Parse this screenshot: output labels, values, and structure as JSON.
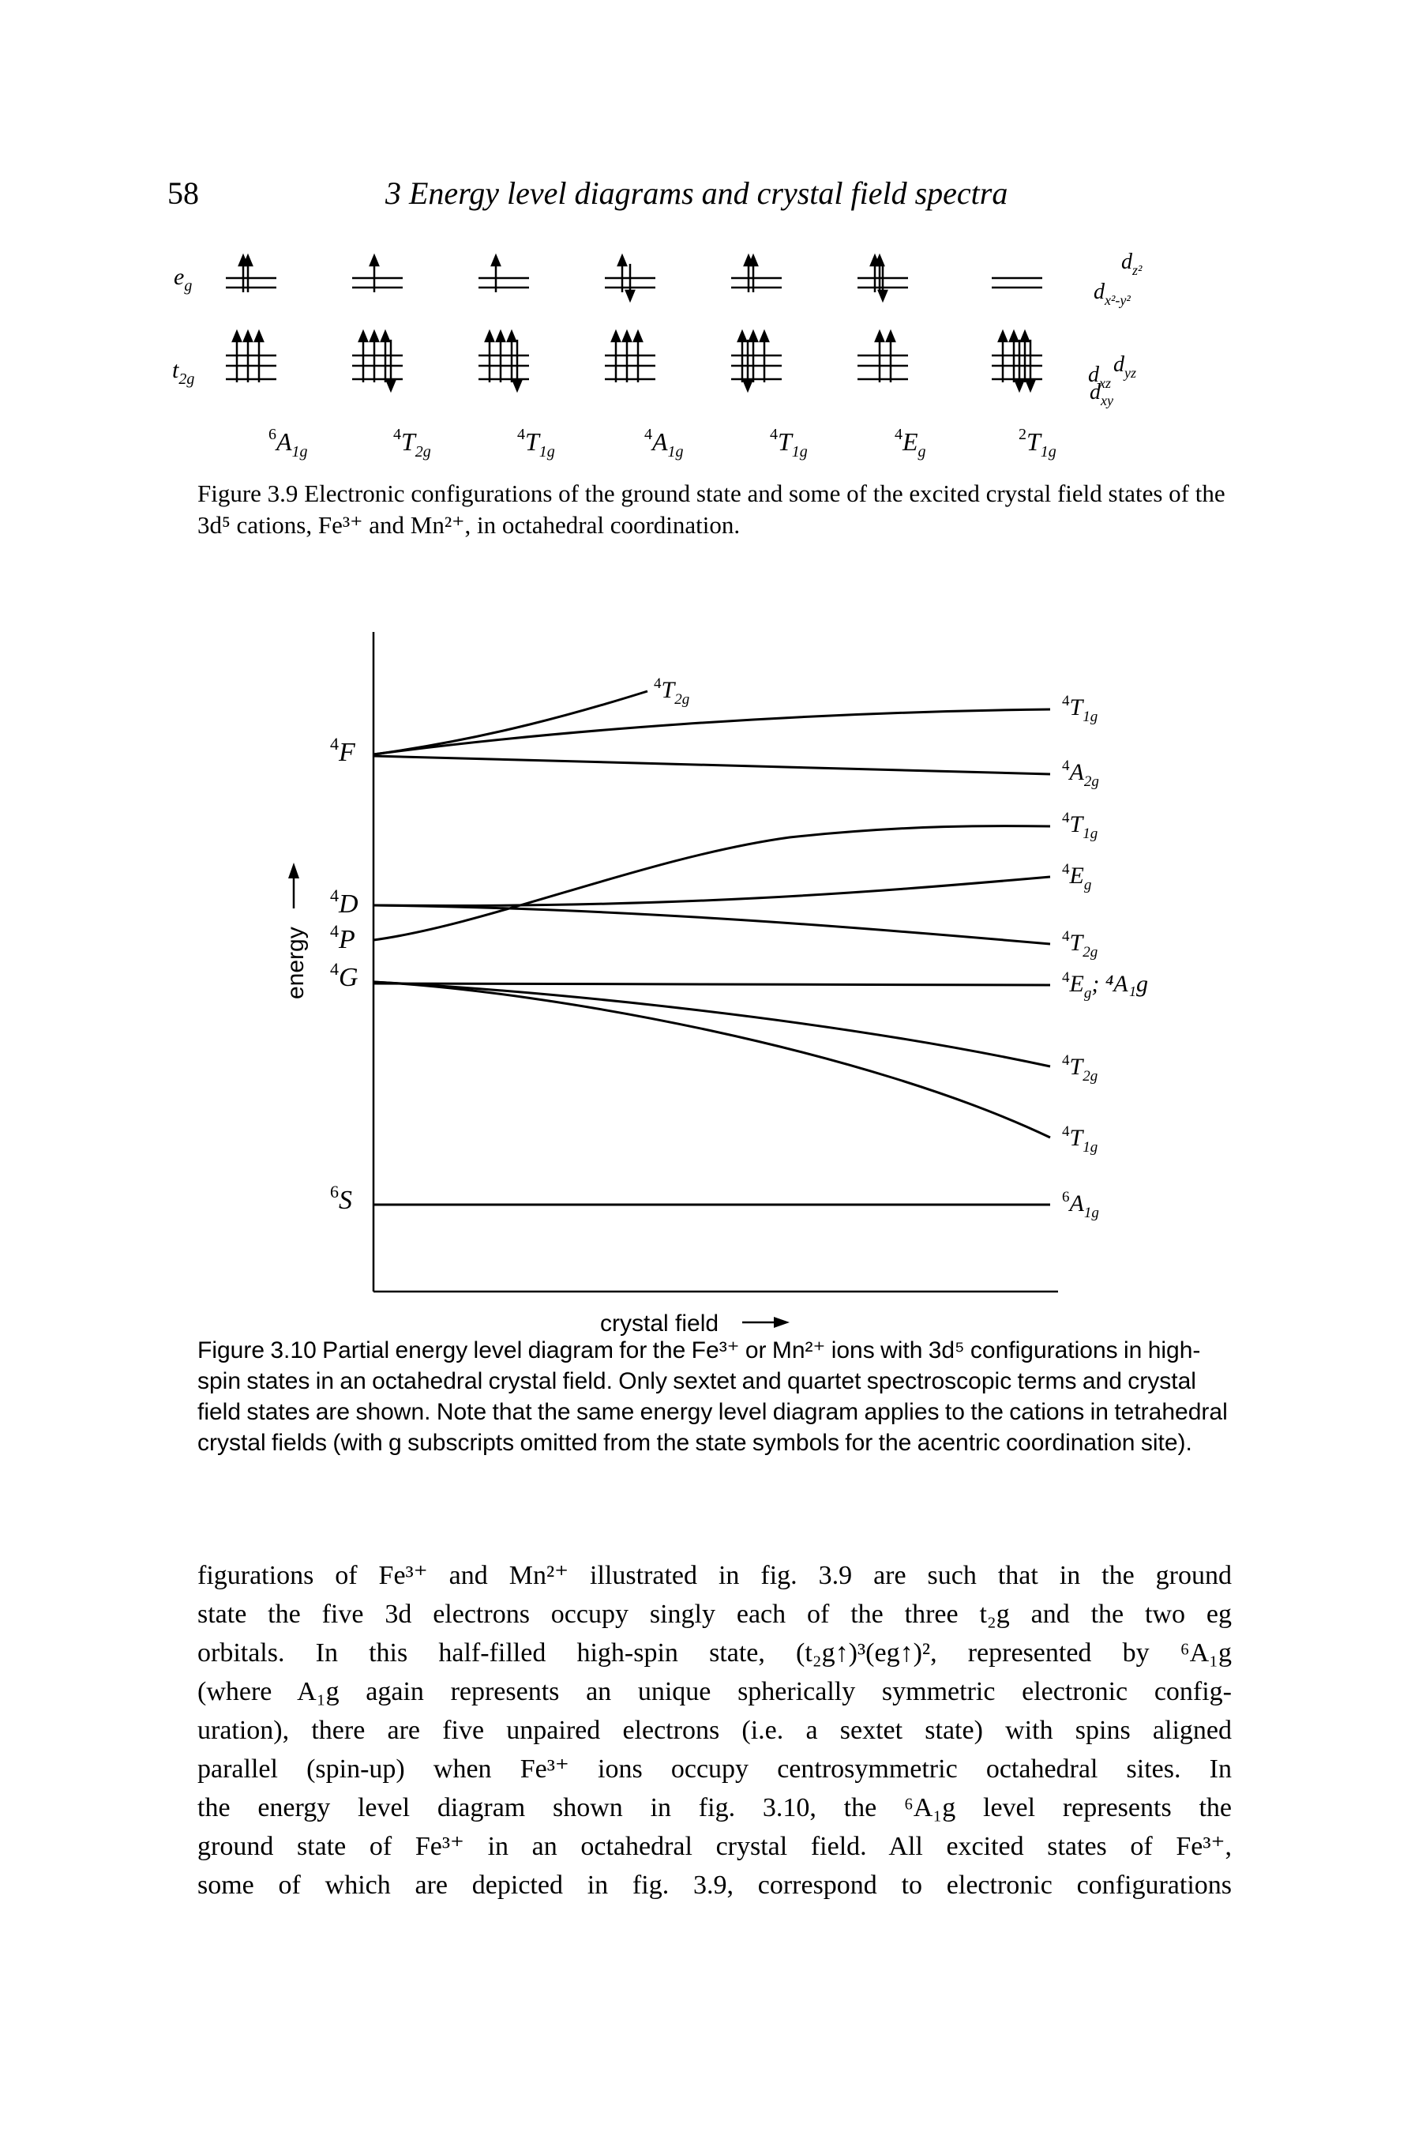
{
  "header": {
    "page_number": "58",
    "running_title": "3 Energy level diagrams and crystal field spectra"
  },
  "figure_3_9": {
    "row_labels": {
      "eg": "e",
      "eg_sub": "g",
      "t2g": "t",
      "t2g_sub": "2g"
    },
    "orbital_labels": {
      "dz2": "d",
      "dz2_sub": "z²",
      "dx2y2": "d",
      "dx2y2_sub": "x²-y²",
      "dyz": "d",
      "dyz_sub": "yz",
      "dxz": "d",
      "dxz_sub": "xz",
      "dxy": "d",
      "dxy_sub": "xy"
    },
    "states": [
      {
        "sup": "6",
        "sym": "A",
        "sub": "1g"
      },
      {
        "sup": "4",
        "sym": "T",
        "sub": "2g"
      },
      {
        "sup": "4",
        "sym": "T",
        "sub": "1g"
      },
      {
        "sup": "4",
        "sym": "A",
        "sub": "1g"
      },
      {
        "sup": "4",
        "sym": "T",
        "sub": "1g"
      },
      {
        "sup": "4",
        "sym": "E",
        "sub": "g"
      },
      {
        "sup": "2",
        "sym": "T",
        "sub": "1g"
      }
    ],
    "caption_label": "Figure 3.9",
    "caption_text": "Electronic configurations of the ground state and some of the excited crystal field states of the 3d⁵ cations, Fe³⁺ and Mn²⁺, in octahedral coordination."
  },
  "figure_3_10": {
    "free_ion_terms": [
      {
        "sup": "4",
        "sym": "F"
      },
      {
        "sup": "4",
        "sym": "D"
      },
      {
        "sup": "4",
        "sym": "P"
      },
      {
        "sup": "4",
        "sym": "G"
      },
      {
        "sup": "6",
        "sym": "S"
      }
    ],
    "state_labels": [
      {
        "sup": "4",
        "sym": "T",
        "sub": "2g"
      },
      {
        "sup": "4",
        "sym": "T",
        "sub": "1g"
      },
      {
        "sup": "4",
        "sym": "A",
        "sub": "2g"
      },
      {
        "sup": "4",
        "sym": "T",
        "sub": "1g"
      },
      {
        "sup": "4",
        "sym": "E",
        "sub": "g"
      },
      {
        "sup": "4",
        "sym": "T",
        "sub": "2g"
      },
      {
        "sup": "4",
        "sym": "E",
        "sub": "g",
        "extra": "; ⁴A₁g"
      },
      {
        "sup": "4",
        "sym": "T",
        "sub": "2g"
      },
      {
        "sup": "4",
        "sym": "T",
        "sub": "1g"
      },
      {
        "sup": "6",
        "sym": "A",
        "sub": "1g"
      }
    ],
    "y_axis_label": "energy",
    "x_axis_label": "crystal field",
    "caption_label": "Figure 3.10",
    "caption_text": "Partial energy level diagram for the Fe³⁺ or Mn²⁺ ions with 3d⁵ configurations in high-spin states in an octahedral crystal field. Only sextet and quartet spectroscopic terms and crystal field states are shown. Note that the same energy level diagram applies to the cations in tetrahedral crystal fields (with g subscripts omitted from the state symbols for the acentric coordination site)."
  },
  "body": {
    "lines": [
      "figurations of Fe³⁺ and Mn²⁺ illustrated in fig. 3.9 are such that in the ground",
      "state the five 3d electrons occupy singly each of the three t₂g and the two eg",
      "orbitals. In this half-filled high-spin state, (t₂g↑)³(eg↑)², represented by ⁶A₁g",
      "(where A₁g again represents an unique spherically symmetric electronic config-",
      "uration), there are five unpaired electrons (i.e. a sextet state) with spins aligned",
      "parallel (spin-up) when Fe³⁺ ions occupy centrosymmetric octahedral sites. In",
      "the energy level diagram shown in fig. 3.10, the ⁶A₁g level represents the",
      "ground state of Fe³⁺ in an octahedral crystal field. All excited states of Fe³⁺,",
      "some of which are depicted in fig. 3.9, correspond to electronic configurations"
    ]
  }
}
